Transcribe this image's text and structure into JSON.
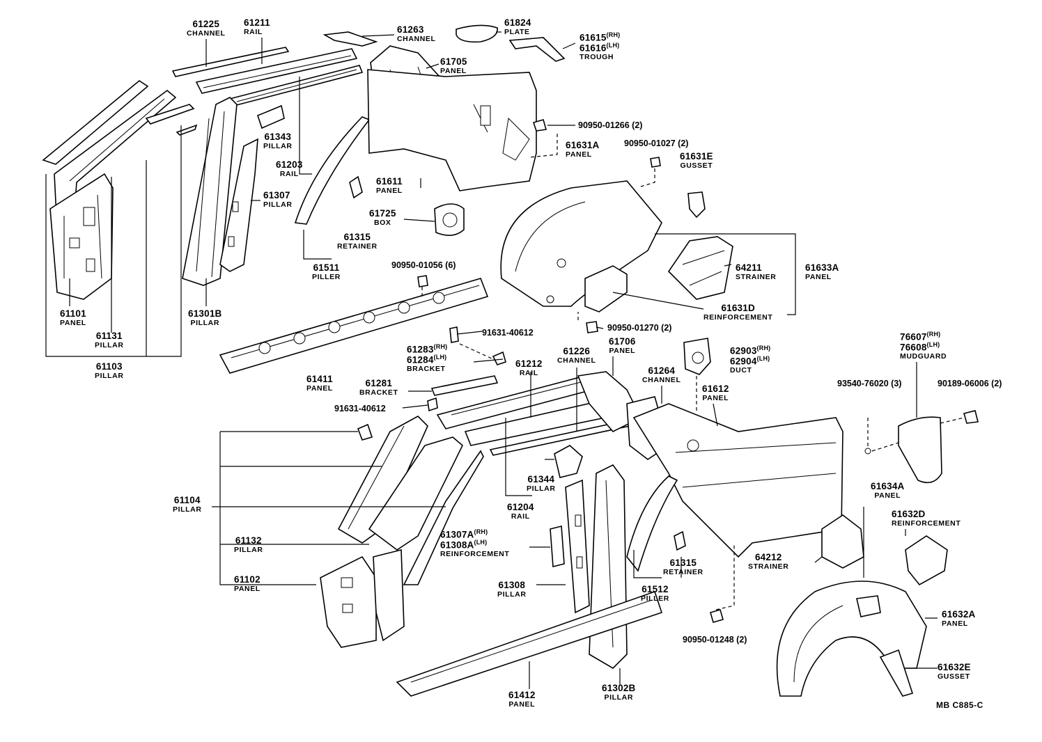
{
  "labels": [
    {
      "pn": "61225",
      "name": "CHANNEL"
    },
    {
      "pn": "61211",
      "name": "RAIL"
    },
    {
      "pn": "61263",
      "name": "CHANNEL"
    },
    {
      "pn": "61824",
      "name": "PLATE"
    },
    {
      "pn": "61615",
      "pn_suffix": "(RH)",
      "pn2": "61616",
      "pn2_suffix": "(LH)",
      "name": "TROUGH"
    },
    {
      "pn": "61705",
      "name": "PANEL"
    },
    {
      "pn": "61343",
      "name": "PILLAR"
    },
    {
      "pn": "61203",
      "name": "RAIL"
    },
    {
      "pn": "61307",
      "name": "PILLAR"
    },
    {
      "pn": "61611",
      "name": "PANEL"
    },
    {
      "pn": "61725",
      "name": "BOX"
    },
    {
      "pn": "61315",
      "name": "RETAINER"
    },
    {
      "pn": "61511",
      "name": "PILLER"
    },
    {
      "pn": "61101",
      "name": "PANEL"
    },
    {
      "pn": "61301B",
      "name": "PILLAR"
    },
    {
      "pn": "61131",
      "name": "PILLAR"
    },
    {
      "pn": "61103",
      "name": "PILLAR"
    },
    {
      "pn": "61631A",
      "name": "PANEL"
    },
    {
      "pn": "61631E",
      "name": "GUSSET"
    },
    {
      "pn": "64211",
      "name": "STRAINER"
    },
    {
      "pn": "61633A",
      "name": "PANEL"
    },
    {
      "pn": "61631D",
      "name": "REINFORCEMENT"
    },
    {
      "pn": "61411",
      "name": "PANEL"
    },
    {
      "pn": "61283",
      "pn_suffix": "(RH)",
      "pn2": "61284",
      "pn2_suffix": "(LH)",
      "name": "BRACKET"
    },
    {
      "pn": "61281",
      "name": "BRACKET"
    },
    {
      "pn": "61226",
      "name": "CHANNEL"
    },
    {
      "pn": "61706",
      "name": "PANEL"
    },
    {
      "pn": "61212",
      "name": "RAIL"
    },
    {
      "pn": "61264",
      "name": "CHANNEL"
    },
    {
      "pn": "62903",
      "pn_suffix": "(RH)",
      "pn2": "62904",
      "pn2_suffix": "(LH)",
      "name": "DUCT"
    },
    {
      "pn": "61612",
      "name": "PANEL"
    },
    {
      "pn": "76607",
      "pn_suffix": "(RH)",
      "pn2": "76608",
      "pn2_suffix": "(LH)",
      "name": "MUDGUARD"
    },
    {
      "pn": "61104",
      "name": "PILLAR"
    },
    {
      "pn": "61344",
      "name": "PILLAR"
    },
    {
      "pn": "61204",
      "name": "RAIL"
    },
    {
      "pn": "61307A",
      "pn_suffix": "(RH)",
      "pn2": "61308A",
      "pn2_suffix": "(LH)",
      "name": "REINFORCEMENT"
    },
    {
      "pn": "61132",
      "name": "PILLAR"
    },
    {
      "pn": "61102",
      "name": "PANEL"
    },
    {
      "pn": "61308",
      "name": "PILLAR"
    },
    {
      "pn": "61315",
      "name": "RETAINER"
    },
    {
      "pn": "61512",
      "name": "PILLER"
    },
    {
      "pn": "61634A",
      "name": "PANEL"
    },
    {
      "pn": "61632D",
      "name": "REINFORCEMENT"
    },
    {
      "pn": "64212",
      "name": "STRAINER"
    },
    {
      "pn": "61632A",
      "name": "PANEL"
    },
    {
      "pn": "61632E",
      "name": "GUSSET"
    },
    {
      "pn": "61412",
      "name": "PANEL"
    },
    {
      "pn": "61302B",
      "name": "PILLAR"
    }
  ],
  "fasteners": [
    "90950-01266 (2)",
    "90950-01027 (2)",
    "90950-01056 (6)",
    "91631-40612",
    "90950-01270 (2)",
    "91631-40612",
    "93540-76020 (3)",
    "90189-06006 (2)",
    "90950-01248 (2)"
  ],
  "diagram_code": "MB  C885-C"
}
